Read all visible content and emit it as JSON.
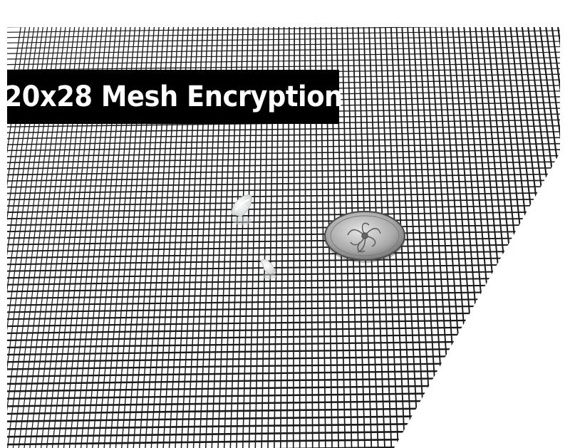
{
  "title": "20x28 Mesh Encryption",
  "colors": {
    "mesh_wire": "#1a1a1a",
    "background": "#ffffff",
    "title_bg": "#000000",
    "title_fg": "#ffffff",
    "coin": "#b9b9b9"
  },
  "objects": {
    "mesh": "woven-wire-mesh",
    "coin": "coin",
    "insect_large": "white-insect",
    "insect_small": "white-insect"
  }
}
